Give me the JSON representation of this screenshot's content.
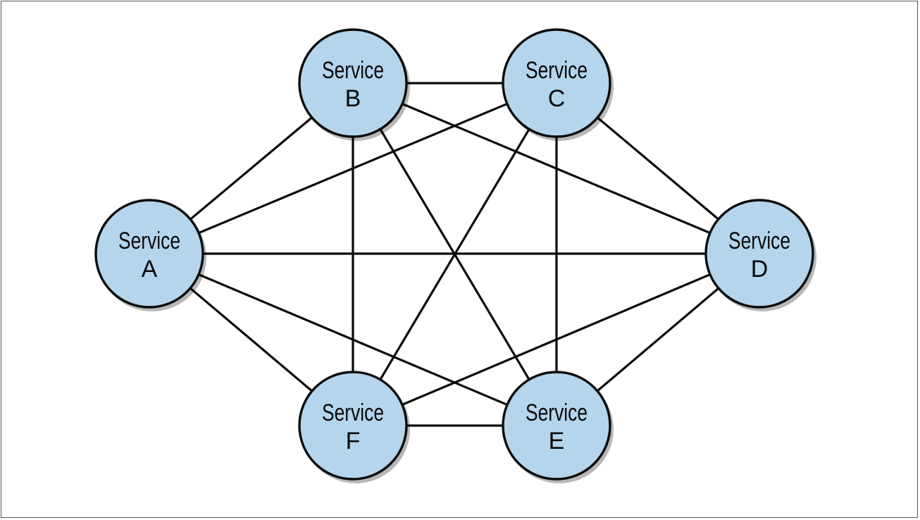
{
  "diagram": {
    "node_fill": "#b4d5eb",
    "stroke_color": "#0a0a0a",
    "nodes": [
      {
        "id": "A",
        "line1": "Service",
        "line2": "A"
      },
      {
        "id": "B",
        "line1": "Service",
        "line2": "B"
      },
      {
        "id": "C",
        "line1": "Service",
        "line2": "C"
      },
      {
        "id": "D",
        "line1": "Service",
        "line2": "D"
      },
      {
        "id": "E",
        "line1": "Service",
        "line2": "E"
      },
      {
        "id": "F",
        "line1": "Service",
        "line2": "F"
      }
    ],
    "edges": [
      [
        "A",
        "B"
      ],
      [
        "A",
        "C"
      ],
      [
        "A",
        "D"
      ],
      [
        "A",
        "E"
      ],
      [
        "A",
        "F"
      ],
      [
        "B",
        "C"
      ],
      [
        "B",
        "D"
      ],
      [
        "B",
        "E"
      ],
      [
        "B",
        "F"
      ],
      [
        "C",
        "D"
      ],
      [
        "C",
        "E"
      ],
      [
        "C",
        "F"
      ],
      [
        "D",
        "E"
      ],
      [
        "D",
        "F"
      ],
      [
        "E",
        "F"
      ]
    ]
  }
}
